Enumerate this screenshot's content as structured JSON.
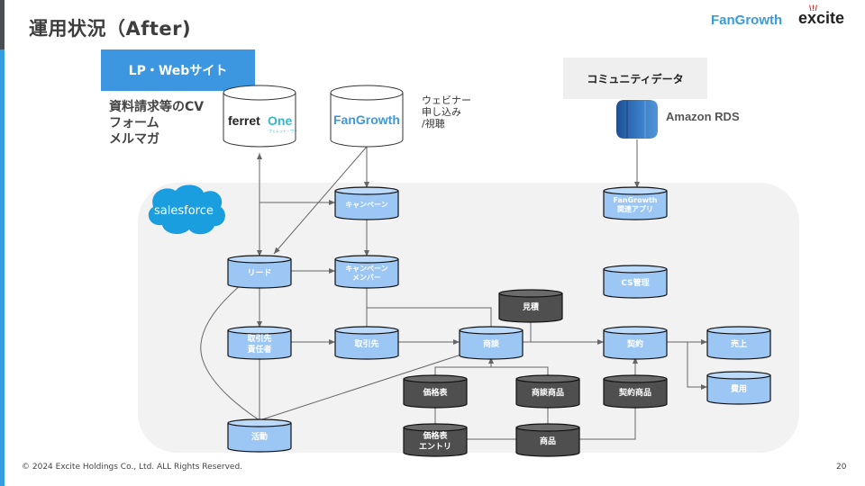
{
  "header": {
    "title": "運用状況（After)",
    "logos": {
      "fangrowth": "FanGrowth",
      "excite": "excite"
    }
  },
  "sources": {
    "lp_box": "LP・Webサイト",
    "lp_description": [
      "資料請求等のCV",
      "フォーム",
      "メルマガ"
    ],
    "ferretone_logo": {
      "main": "ferret",
      "accent": "One",
      "sub": "フェレット・ワン"
    },
    "fangrowth_logo": "FanGrowth",
    "webinar_description": [
      "ウェビナー",
      "申し込み",
      "/視聴"
    ],
    "community_box": "コミュニティデータ",
    "rds_label": "Amazon RDS"
  },
  "salesforce": {
    "logo_text": "salesforce"
  },
  "nodes": [
    {
      "id": "campaign",
      "label": [
        "キャンペーン"
      ],
      "style": "blue"
    },
    {
      "id": "lead",
      "label": [
        "リード"
      ],
      "style": "blue"
    },
    {
      "id": "campaign_member",
      "label": [
        "キャンペーン",
        "メンバー"
      ],
      "style": "blue"
    },
    {
      "id": "contact",
      "label": [
        "取引先",
        "責任者"
      ],
      "style": "blue"
    },
    {
      "id": "account",
      "label": [
        "取引先"
      ],
      "style": "blue"
    },
    {
      "id": "opportunity",
      "label": [
        "商談"
      ],
      "style": "blue"
    },
    {
      "id": "quote",
      "label": [
        "見積"
      ],
      "style": "dark"
    },
    {
      "id": "contract",
      "label": [
        "契約"
      ],
      "style": "blue"
    },
    {
      "id": "sales",
      "label": [
        "売上"
      ],
      "style": "blue"
    },
    {
      "id": "expense",
      "label": [
        "費用"
      ],
      "style": "blue"
    },
    {
      "id": "pricebook",
      "label": [
        "価格表"
      ],
      "style": "dark"
    },
    {
      "id": "opp_product",
      "label": [
        "商談商品"
      ],
      "style": "dark"
    },
    {
      "id": "contract_product",
      "label": [
        "契約商品"
      ],
      "style": "dark"
    },
    {
      "id": "activity",
      "label": [
        "活動"
      ],
      "style": "blue"
    },
    {
      "id": "pricebook_entry",
      "label": [
        "価格表",
        "エントリ"
      ],
      "style": "dark"
    },
    {
      "id": "product",
      "label": [
        "商品"
      ],
      "style": "dark"
    },
    {
      "id": "fangrowth_app",
      "label": [
        "FanGrowth",
        "関連アプリ"
      ],
      "style": "blue"
    },
    {
      "id": "cs_management",
      "label": [
        "CS管理"
      ],
      "style": "blue"
    }
  ],
  "colors": {
    "blue_fill": "#9cc7f5",
    "blue_top": "#bcdaf9",
    "dark_fill": "#4f4f4f",
    "dark_top": "#6a6a6a",
    "accent": "#339ee0",
    "panel": "#f2f2f2"
  },
  "footer": {
    "copyright": "© 2024 Excite Holdings Co., Ltd. ALL Rights Reserved.",
    "page_number": "20"
  }
}
